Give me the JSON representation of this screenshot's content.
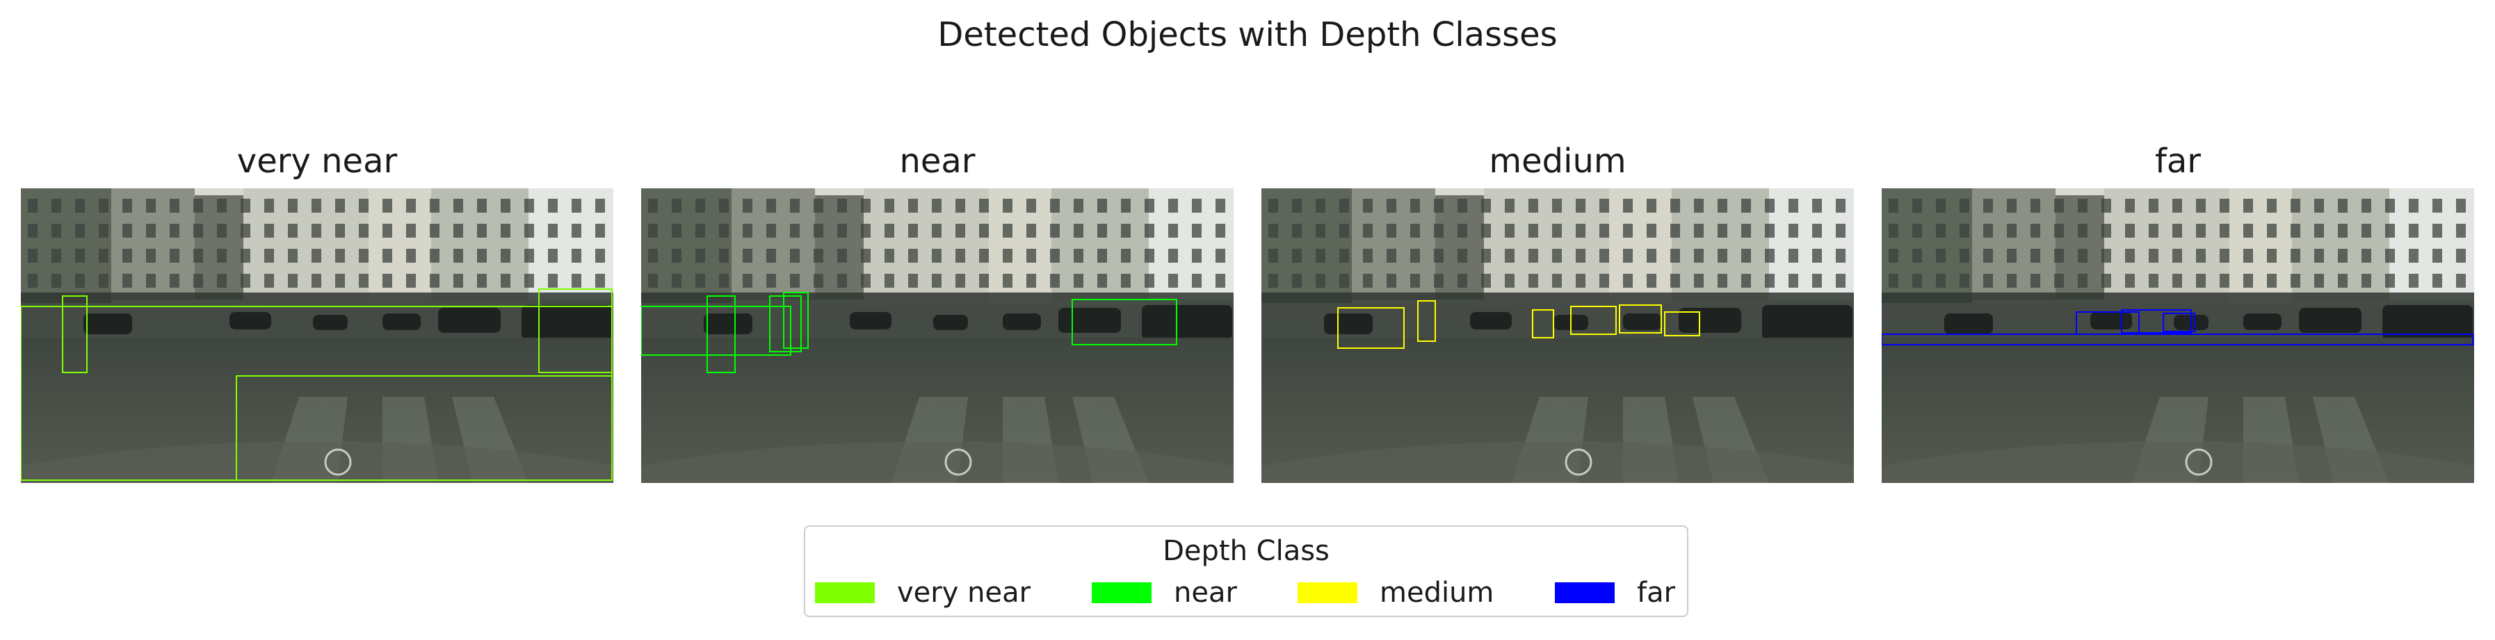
{
  "chart_data": {
    "type": "image-grid",
    "title": "Detected Objects with Depth Classes",
    "panels": [
      {
        "title": "very near",
        "class": "very near",
        "boxes": [
          [
            0,
            170,
            850,
            420
          ],
          [
            60,
            155,
            95,
            265
          ],
          [
            310,
            270,
            850,
            420
          ],
          [
            745,
            145,
            850,
            265
          ]
        ]
      },
      {
        "title": "near",
        "class": "near",
        "boxes": [
          [
            0,
            170,
            215,
            240
          ],
          [
            95,
            155,
            135,
            265
          ],
          [
            185,
            155,
            230,
            235
          ],
          [
            205,
            150,
            240,
            230
          ],
          [
            620,
            160,
            770,
            225
          ]
        ]
      },
      {
        "title": "medium",
        "class": "medium",
        "boxes": [
          [
            110,
            172,
            205,
            230
          ],
          [
            225,
            162,
            250,
            220
          ],
          [
            390,
            175,
            420,
            215
          ],
          [
            445,
            170,
            510,
            210
          ],
          [
            515,
            168,
            575,
            208
          ],
          [
            580,
            178,
            630,
            212
          ]
        ]
      },
      {
        "title": "far",
        "class": "far",
        "boxes": [
          [
            0,
            210,
            850,
            225
          ],
          [
            280,
            178,
            370,
            210
          ],
          [
            345,
            175,
            445,
            208
          ],
          [
            405,
            180,
            450,
            206
          ]
        ]
      }
    ],
    "legend": {
      "title": "Depth Class",
      "placement": "lower-center",
      "entries": [
        {
          "label": "very near",
          "color": "#7fff00"
        },
        {
          "label": "near",
          "color": "#00ff00"
        },
        {
          "label": "medium",
          "color": "#ffff00"
        },
        {
          "label": "far",
          "color": "#0000ff"
        }
      ]
    }
  }
}
